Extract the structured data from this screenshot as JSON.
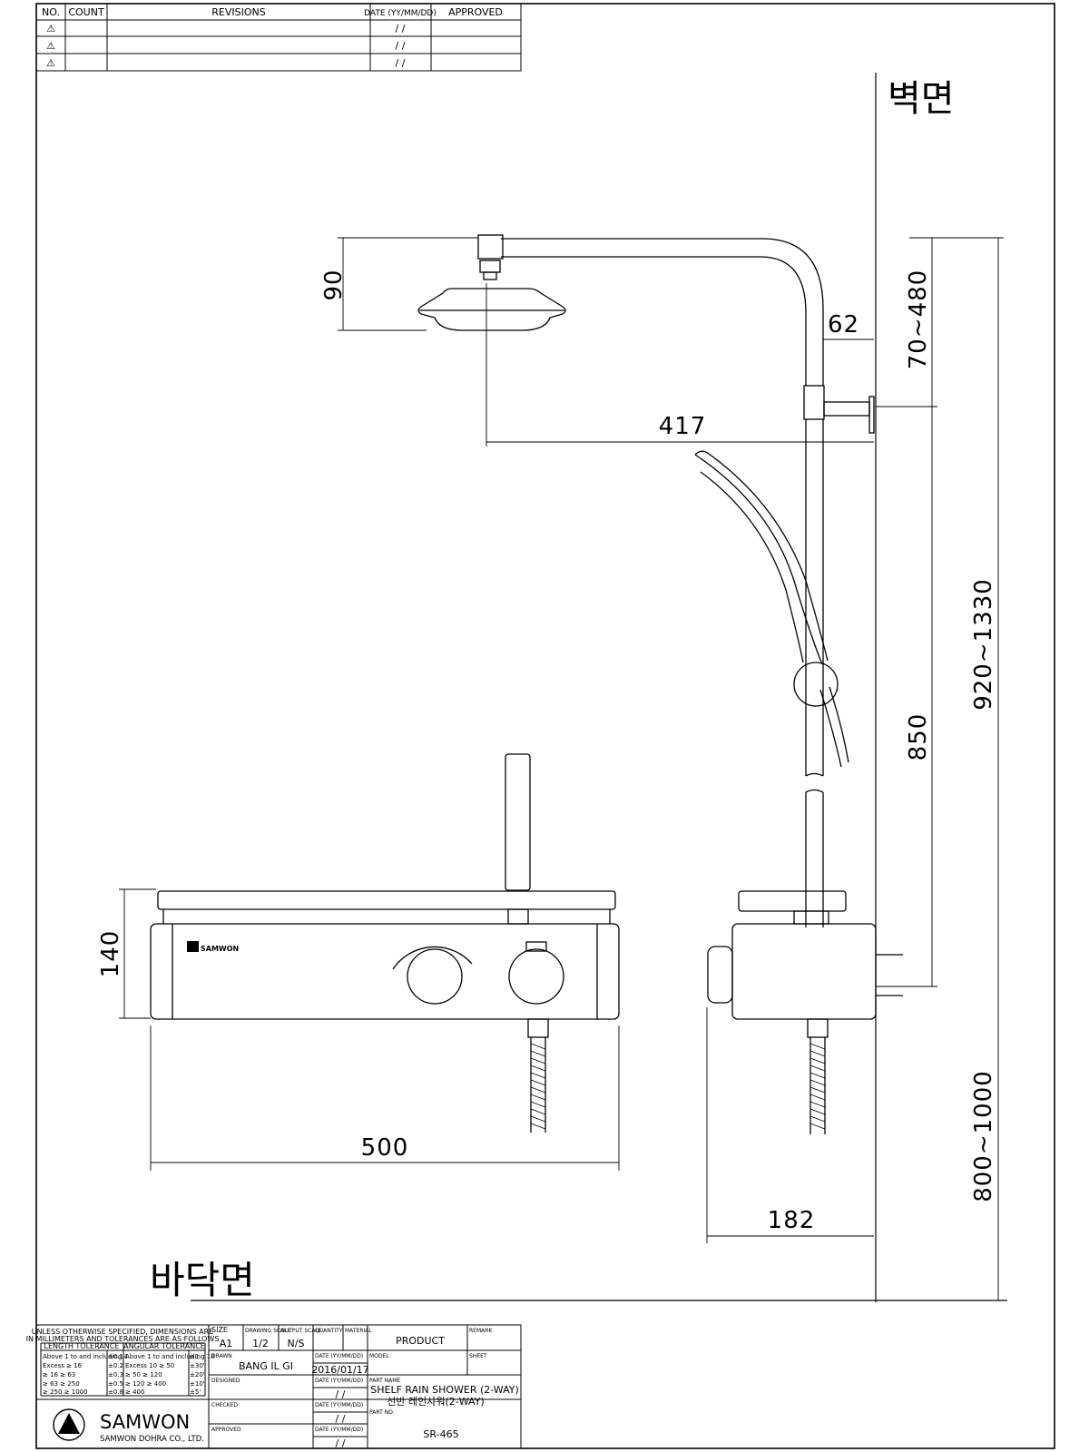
{
  "revision_table": {
    "headers": {
      "no": "NO.",
      "count": "COUNT",
      "revisions": "REVISIONS",
      "date": "DATE (YY/MM/DD)",
      "approved": "APPROVED"
    },
    "rows": [
      {
        "mark": "⚠",
        "count": "",
        "revision": "",
        "date": "/ /",
        "approved": ""
      },
      {
        "mark": "⚠",
        "count": "",
        "revision": "",
        "date": "/ /",
        "approved": ""
      },
      {
        "mark": "⚠",
        "count": "",
        "revision": "",
        "date": "/ /",
        "approved": ""
      }
    ]
  },
  "labels": {
    "wall": "벽면",
    "floor": "바닥면",
    "brand_small": "SAMWON"
  },
  "dimensions": {
    "head_height": "90",
    "arm_offset": "62",
    "range_top": "70~480",
    "arm_length": "417",
    "range_total": "920~1330",
    "rail": "850",
    "body_height": "140",
    "body_width": "500",
    "body_depth": "182",
    "range_floor": "800~1000"
  },
  "title_block": {
    "tolerance": {
      "note_line1": "UNLESS OTHERWISE SPECIFIED, DIMENSIONS ARE",
      "note_line2": "IN MILLIMETERS AND TOLERANCES ARE AS FOLLOWS",
      "length_header": "LENGTH TOLERANCE",
      "angular_header": "ANGULAR TOLERANCE",
      "length_rows": [
        [
          "Above 1 to and including 4",
          "±0.1"
        ],
        [
          "Excess  ≥  16",
          "±0.2"
        ],
        [
          "≥  16  ≥  63",
          "±0.3"
        ],
        [
          "≥  63  ≥  250",
          "±0.5"
        ],
        [
          "≥  250  ≥  1000",
          "±0.8"
        ]
      ],
      "angular_rows": [
        [
          "Above 1 to and including 10",
          "±1"
        ],
        [
          "Excess 10  ≥  50",
          "±30'"
        ],
        [
          "≥  50  ≥  120",
          "±20'"
        ],
        [
          "≥  120  ≥  400",
          "±10'"
        ],
        [
          "≥  400",
          "±5'"
        ]
      ]
    },
    "size_label": "SIZE",
    "size": "A1",
    "drawing_scale_label": "DRAWING SCALE",
    "drawing_scale": "1/2",
    "output_scale_label": "OUTPUT SCALE",
    "output_scale": "N/S",
    "quantity_label": "QUANTITY",
    "material_label": "MATERIAL",
    "material": "PRODUCT",
    "remark_label": "REMARK",
    "drawn_label": "DRAWN",
    "drawn": "BANG IL GI",
    "date_label": "DATE (YY/MM/DD)",
    "drawn_date": "2016/01/17",
    "model_label": "MODEL",
    "sheet_label": "SHEET",
    "designed_label": "DESIGNED",
    "designed_date": "/ /",
    "part_name_label": "PART NAME",
    "part_name": "SHELF RAIN SHOWER (2-WAY)",
    "part_name_kor": "선반 레인샤워(2-WAY)",
    "checked_label": "CHECKED",
    "checked_date": "/ /",
    "part_no_label": "PART NO.",
    "part_no": "SR-465",
    "approved_label": "APPROVED",
    "approved_date": "/ /",
    "company_name": "SAMWON",
    "company_full": "SAMWON DOHRA CO., LTD."
  }
}
